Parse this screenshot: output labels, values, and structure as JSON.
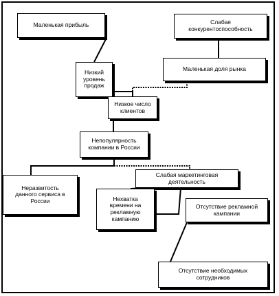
{
  "nodes": {
    "small_profit": {
      "lines": [
        "Маленькая прибыль"
      ]
    },
    "weak_competitiveness": {
      "lines": [
        "Слабая",
        "конкурентоспособность"
      ]
    },
    "low_sales": {
      "lines": [
        "Низкий",
        "уровень",
        "продаж"
      ]
    },
    "small_market_share": {
      "lines": [
        "Маленькая доля рынка"
      ]
    },
    "few_customers": {
      "lines": [
        "Низкое число",
        "клиентов"
      ]
    },
    "unpopularity": {
      "lines": [
        "Непопулярность",
        "компании в России"
      ]
    },
    "weak_marketing": {
      "lines": [
        "Слабая маркетинговая",
        "деятельность"
      ]
    },
    "undeveloped_service": {
      "lines": [
        "Неразвитость",
        "данного сервиса в",
        "России"
      ]
    },
    "lack_of_time": {
      "lines": [
        "Нехватка",
        "времени на",
        "рекламную",
        "кампанию"
      ]
    },
    "no_ad_campaign": {
      "lines": [
        "Отсутствие рекламной",
        "кампании"
      ]
    },
    "no_employees": {
      "lines": [
        "Отсутствие необходимых",
        "сотрудников"
      ]
    }
  },
  "colors": {
    "line": "#000000",
    "box_border": "#000000",
    "box_fill": "#ffffff"
  }
}
